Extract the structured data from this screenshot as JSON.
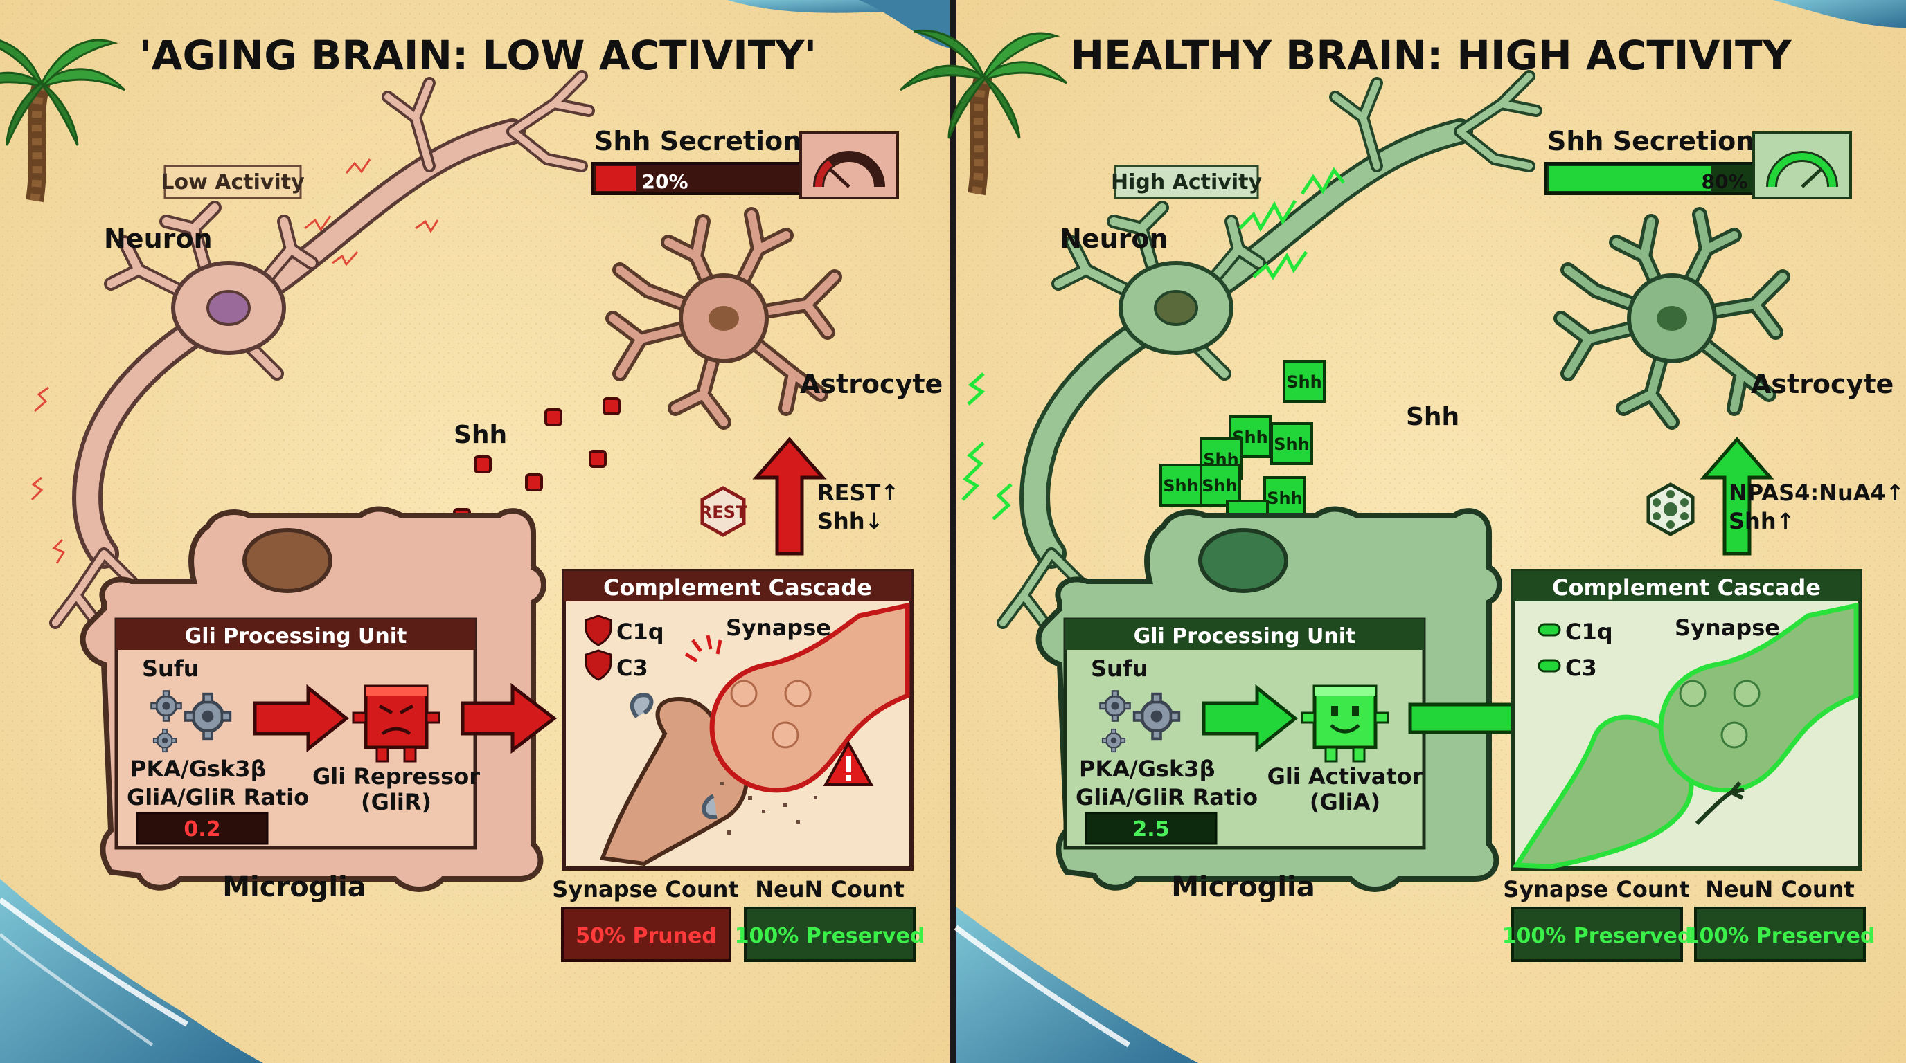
{
  "left": {
    "title": "'AGING BRAIN: LOW ACTIVITY'",
    "activity_badge": "Low Activity",
    "neuron_label": "Neuron",
    "shh_secretion_label": "Shh Secretion",
    "shh_secretion_value": "20%",
    "shh_secretion_fraction": 0.2,
    "astrocyte_label": "Astrocyte",
    "shh_label": "Shh",
    "factor_badge": "REST",
    "factor_line1": "REST↑",
    "factor_line2": "Shh↓",
    "gli_unit_title": "Gli Processing Unit",
    "sufu_label": "Sufu",
    "kinase_label": "PKA/Gsk3β",
    "ratio_label": "GliA/GliR Ratio",
    "ratio_value": "0.2",
    "gli_output_line1": "Gli Repressor",
    "gli_output_line2": "(GliR)",
    "microglia_label": "Microglia",
    "complement_title": "Complement Cascade",
    "c1q_label": "C1q",
    "c3_label": "C3",
    "synapse_label": "Synapse",
    "synapse_count_label": "Synapse Count",
    "synapse_count_value": "50% Pruned",
    "neun_count_label": "NeuN Count",
    "neun_count_value": "100% Preserved"
  },
  "right": {
    "title": "HEALTHY BRAIN: HIGH ACTIVITY",
    "activity_badge": "High Activity",
    "neuron_label": "Neuron",
    "shh_secretion_label": "Shh Secretion",
    "shh_secretion_value": "80%",
    "shh_secretion_fraction": 0.8,
    "astrocyte_label": "Astrocyte",
    "shh_label": "Shh",
    "shh_token": "Shh",
    "factor_line1": "NPAS4:NuA4↑",
    "factor_line2": "Shh↑",
    "gli_unit_title": "Gli Processing Unit",
    "sufu_label": "Sufu",
    "kinase_label": "PKA/Gsk3β",
    "ratio_label": "GliA/GliR Ratio",
    "ratio_value": "2.5",
    "gli_output_line1": "Gli Activator",
    "gli_output_line2": "(GliA)",
    "microglia_label": "Microglia",
    "complement_title": "Complement Cascade",
    "c1q_label": "C1q",
    "c3_label": "C3",
    "synapse_label": "Synapse",
    "synapse_count_label": "Synapse Count",
    "synapse_count_value": "100% Preserved",
    "neun_count_label": "NeuN Count",
    "neun_count_value": "100% Preserved"
  },
  "colors": {
    "sand": "#f6dfa6",
    "aging_accent": "#d41a1a",
    "aging_cell": "#e6b8a6",
    "healthy_accent": "#22d63a",
    "healthy_cell": "#9cc596",
    "dark_panel_red": "#5a1e16",
    "dark_panel_green": "#1f4a1f"
  },
  "icons": [
    "palm-tree-icon",
    "gauge-icon",
    "gear-icon",
    "gli-repressor-cube-icon",
    "gli-activator-cube-icon",
    "warning-icon",
    "shield-icon",
    "pill-icon",
    "hexagon-complex-icon"
  ]
}
